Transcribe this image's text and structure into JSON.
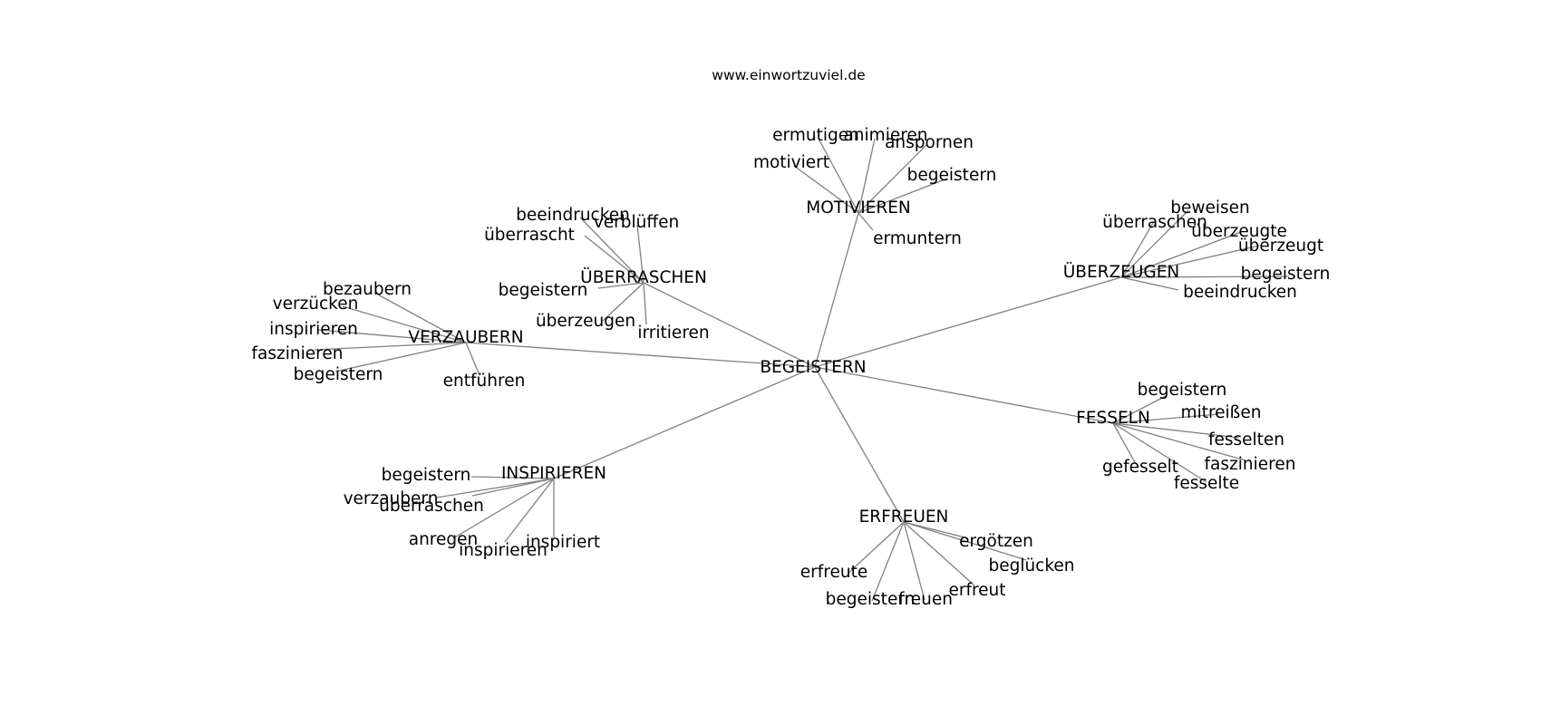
{
  "site_label": "www.einwortzuviel.de",
  "colors": {
    "edge": "#808080",
    "text": "#000000",
    "background": "#ffffff"
  },
  "graph": {
    "center": "BEGEISTERN",
    "clusters": [
      {
        "hub": "MOTIVIEREN",
        "leaves": [
          "ermutigen",
          "animieren",
          "anspornen",
          "motiviert",
          "begeistern",
          "ermuntern"
        ]
      },
      {
        "hub": "ÜBERRASCHEN",
        "leaves": [
          "beeindrucken",
          "verblüffen",
          "überrascht",
          "begeistern",
          "überzeugen",
          "irritieren"
        ]
      },
      {
        "hub": "ÜBERZEUGEN",
        "leaves": [
          "beweisen",
          "überraschen",
          "überzeugte",
          "überzeugt",
          "begeistern",
          "beeindrucken"
        ]
      },
      {
        "hub": "VERZAUBERN",
        "leaves": [
          "bezaubern",
          "verzücken",
          "inspirieren",
          "faszinieren",
          "begeistern",
          "entführen"
        ]
      },
      {
        "hub": "FESSELN",
        "leaves": [
          "begeistern",
          "mitreißen",
          "fesselten",
          "faszinieren",
          "gefesselt",
          "fesselte"
        ]
      },
      {
        "hub": "INSPIRIEREN",
        "leaves": [
          "begeistern",
          "verzaubern",
          "überraschen",
          "anregen",
          "inspirieren",
          "inspiriert"
        ]
      },
      {
        "hub": "ERFREUEN",
        "leaves": [
          "ergötzen",
          "beglücken",
          "erfreute",
          "erfreut",
          "begeistern",
          "freuen"
        ]
      }
    ]
  }
}
